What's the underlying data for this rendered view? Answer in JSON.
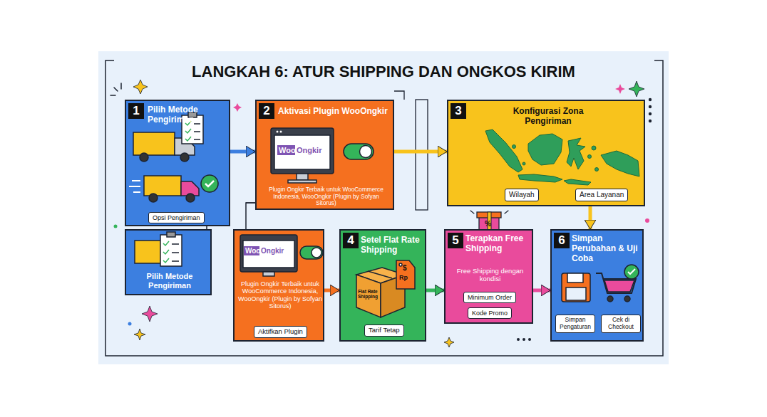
{
  "diagram": {
    "title": "LANGKAH 6: ATUR SHIPPING DAN ONGKOS KIRIM",
    "nodes": [
      {
        "text": [
          "1",
          "Pilih Metode Pengiriman"
        ]
      },
      {
        "text": [
          "Opsi Pengiriman"
        ],
        "in": 0
      },
      {
        "text": [
          "2",
          "Aktivasi Plugin WooOngkir",
          "Plugin Ongkir Terbaik untuk WooCommerce Indonesia, WooOngkir (Plugin by Sofyan Sitorus)"
        ]
      },
      {
        "text": [
          "3",
          "Konfigurasi Zona Pengiriman"
        ]
      },
      {
        "text": [
          "Wilayah"
        ],
        "in": 3
      },
      {
        "text": [
          "Area Layanan"
        ],
        "in": 3
      },
      {
        "text": [
          "Pilih Metode Pengiriman"
        ]
      },
      {
        "text": [
          "Plugin Ongkir Terbaik untuk WooCommerce Indonesia, WooOngkir (Plugin by Sofyan Sitorus)"
        ]
      },
      {
        "text": [
          "Aktifkan Plugin"
        ],
        "in": 7
      },
      {
        "text": [
          "4",
          "Setel Flat Rate Shipping"
        ]
      },
      {
        "text": [
          "Tarif Tetap"
        ],
        "in": 9
      },
      {
        "text": [
          "5",
          "Terapkan Free Shipping",
          "Free Shipping dengan kondisi"
        ]
      },
      {
        "text": [
          "Minimum Order"
        ],
        "in": 11
      },
      {
        "text": [
          "Kode Promo"
        ],
        "in": 11
      },
      {
        "text": [
          "6",
          "Simpan Perubahan & Uji Coba"
        ]
      },
      {
        "text": [
          "Simpan Pengaturan"
        ],
        "in": 14
      },
      {
        "text": [
          "Cek di Checkout"
        ],
        "in": 14
      }
    ],
    "edges": [
      {
        "from": 0,
        "to": 2,
        "arrow": "to"
      },
      {
        "from": 2,
        "to": 3,
        "arrow": "to"
      },
      {
        "from": 3,
        "to": 14,
        "arrow": "to"
      },
      {
        "from": 0,
        "to": 6,
        "arrow": "none"
      },
      {
        "from": 2,
        "to": 7,
        "arrow": "none"
      },
      {
        "from": 7,
        "to": 9,
        "arrow": "to"
      },
      {
        "from": 9,
        "to": 11,
        "arrow": "to"
      },
      {
        "from": 11,
        "to": 14,
        "arrow": "to"
      }
    ],
    "labels": [
      "Woo",
      "Ongkir",
      "Woo",
      "Ongkir",
      "Flat Rate Shipping",
      "$",
      "Rp",
      "%"
    ]
  }
}
